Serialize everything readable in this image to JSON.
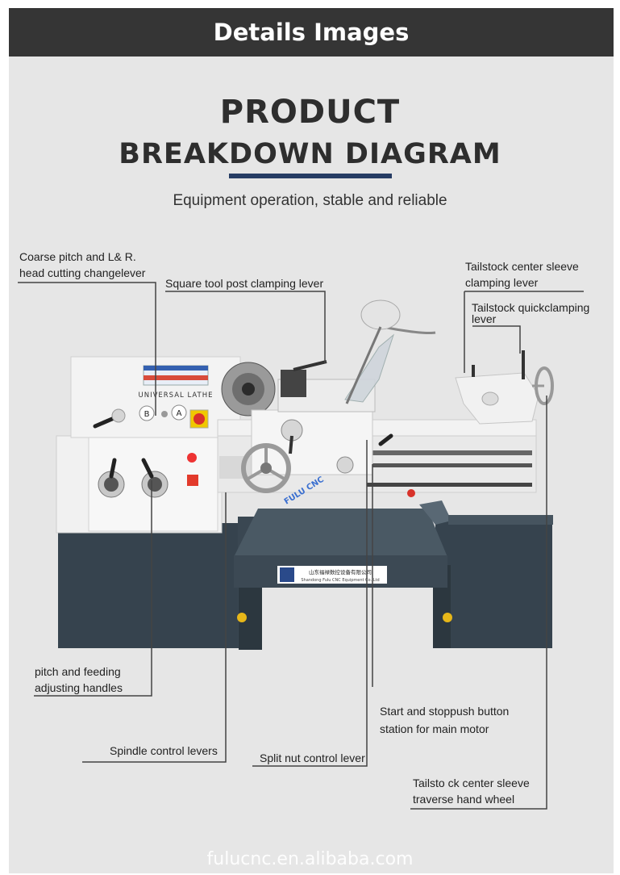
{
  "header": {
    "banner": "Details Images"
  },
  "title": {
    "line1": "PRODUCT",
    "line2": "BREAKDOWN DIAGRAM",
    "subtitle": "Equipment operation, stable and reliable"
  },
  "labels": {
    "coarse_pitch": [
      "Coarse pitch and L& R.",
      "head cutting changelever"
    ],
    "square_tool_post": "Square tool post clamping lever",
    "tailstock_sleeve_clamp": [
      "Tailstock center sleeve",
      "clamping lever"
    ],
    "tailstock_quickclamp": [
      "Tailstock quickclamping",
      "lever"
    ],
    "pitch_feeding": [
      "pitch and feeding",
      "adjusting handles"
    ],
    "start_stop": [
      "Start and stoppush button",
      "station for main motor"
    ],
    "spindle_control": "Spindle control levers",
    "split_nut": "Split nut control lever",
    "tailstock_handwheel": [
      "Tailsto ck center sleeve",
      "traverse hand wheel"
    ]
  },
  "machine": {
    "panel_text": "UNIVERSAL LATHE",
    "brand_vertical": "FULU CNC",
    "company_cn": "山东福禄数控设备有限公司",
    "company_en": "Shandong Fulu CNC Equipment Co.,Ltd",
    "selector_letters": [
      "B",
      "A"
    ]
  },
  "footer": {
    "watermark": "fulucnc.en.alibaba.com"
  },
  "colors": {
    "banner": "#353535",
    "accent_rule": "#263c64",
    "base": "#36434e",
    "body": "#f1f1f1"
  }
}
